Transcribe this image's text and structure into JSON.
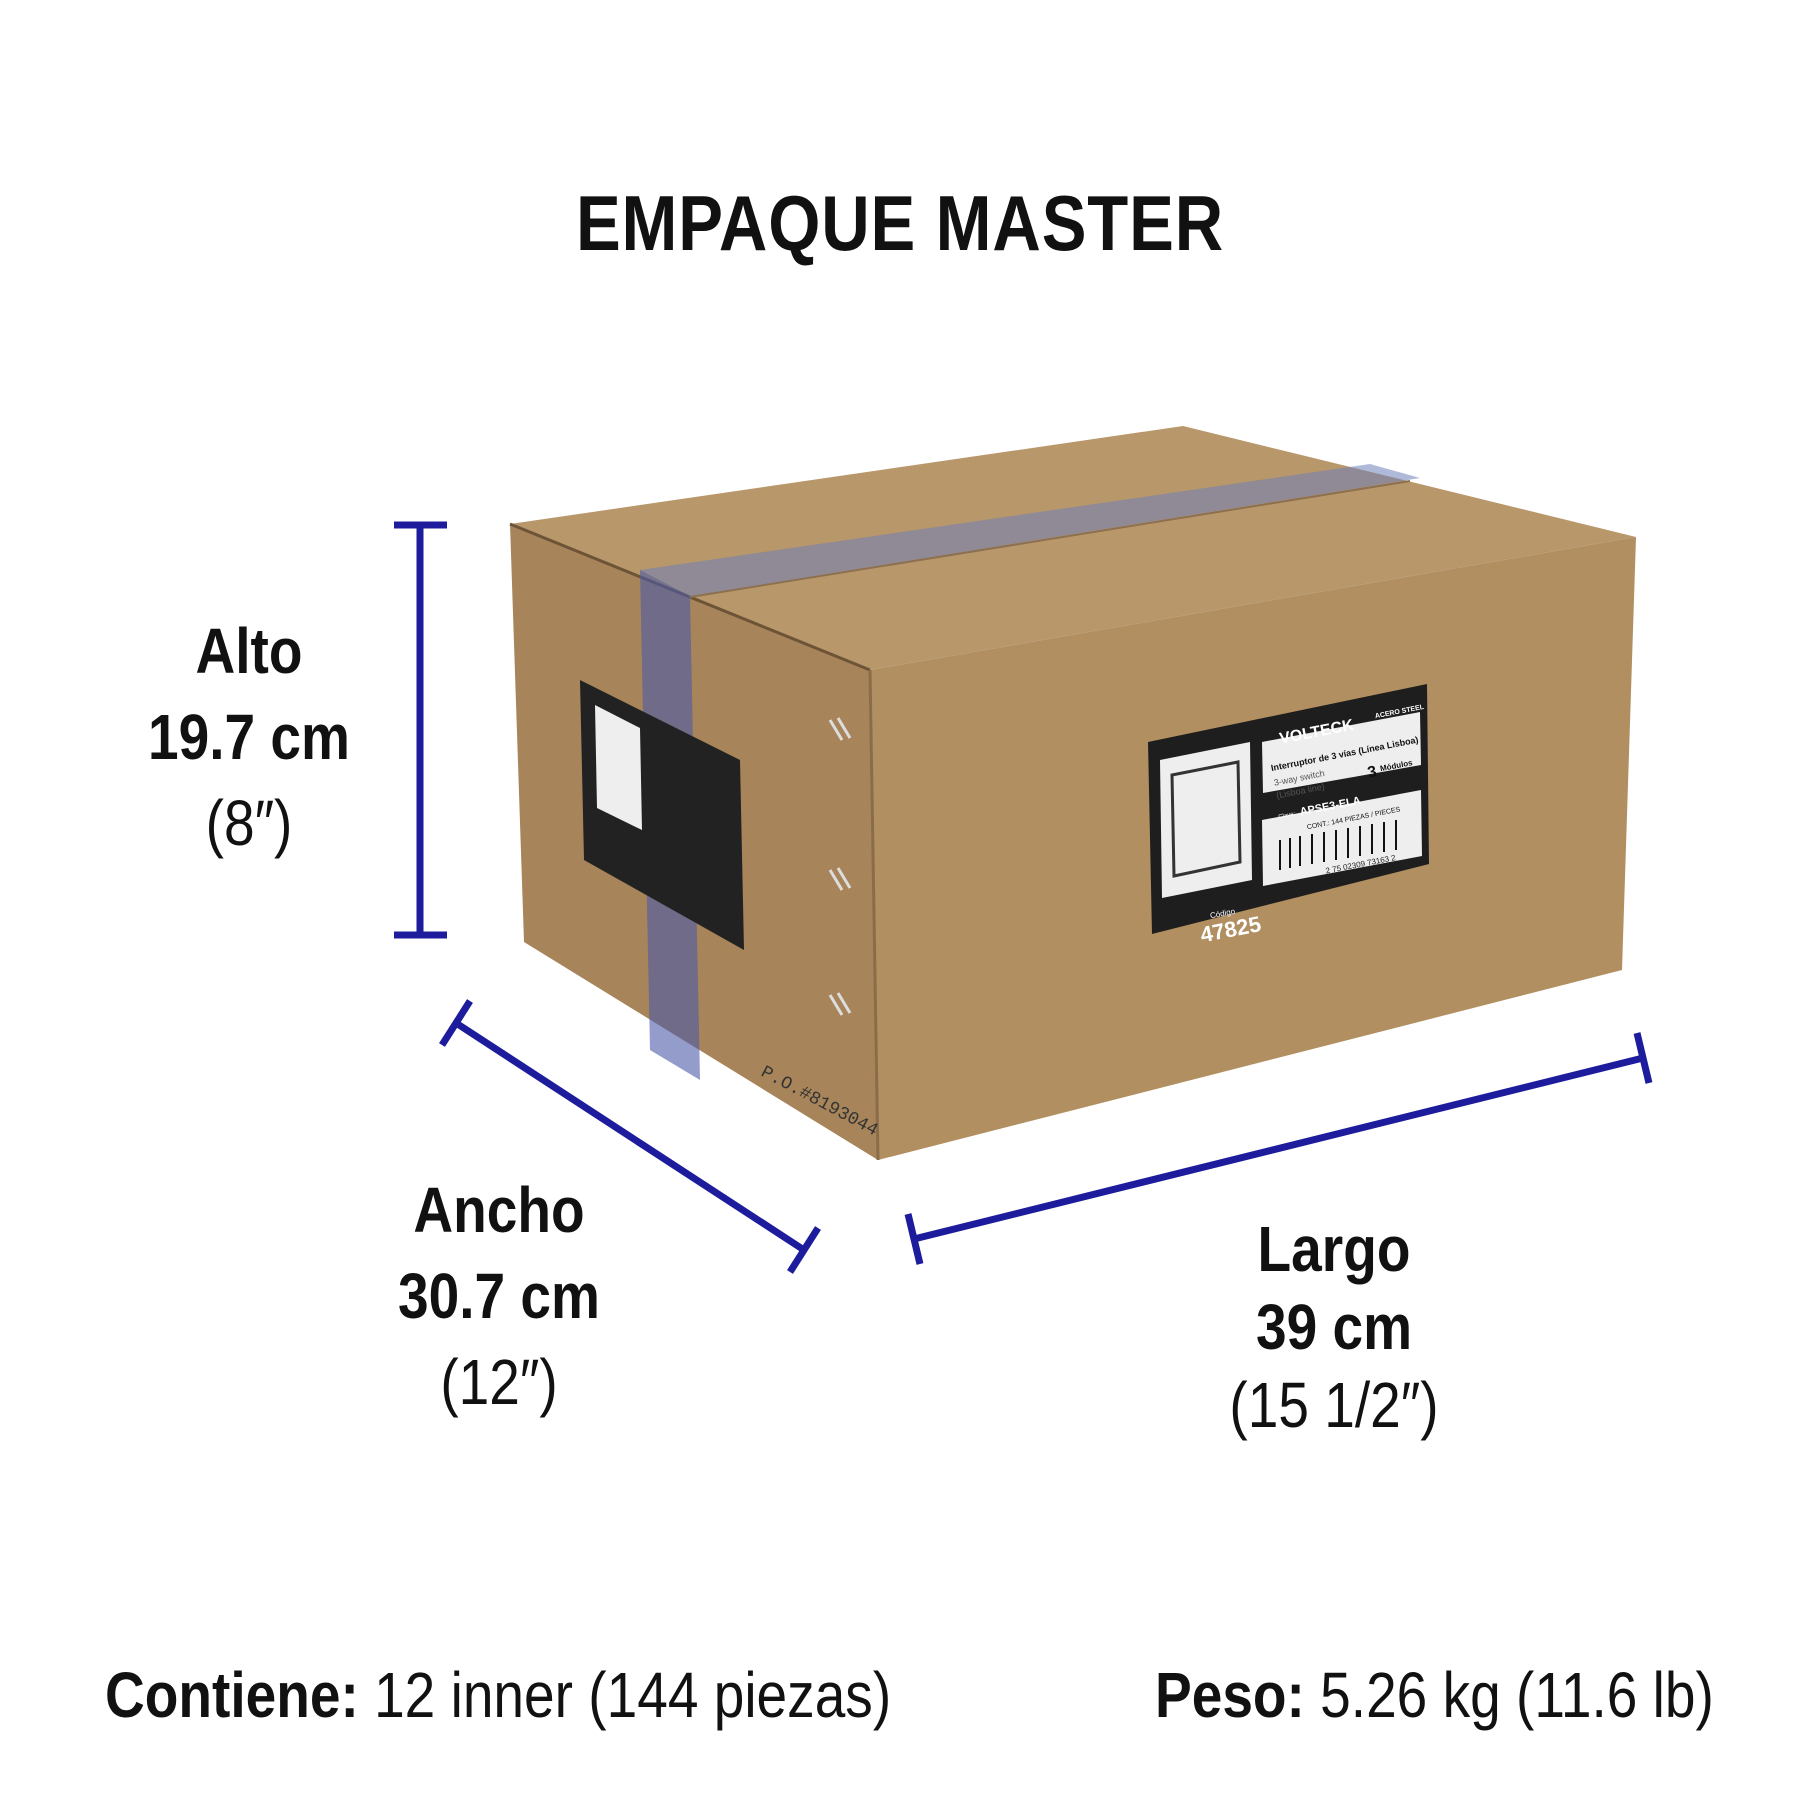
{
  "title": "EMPAQUE MASTER",
  "dimensions": {
    "alto": {
      "label": "Alto",
      "metric": "19.7 cm",
      "imperial": "(8″)"
    },
    "ancho": {
      "label": "Ancho",
      "metric": "30.7 cm",
      "imperial": "(12″)"
    },
    "largo": {
      "label": "Largo",
      "metric": "39 cm",
      "imperial": "(15 1/2″)"
    }
  },
  "footer": {
    "contents_label": "Contiene:",
    "contents_value": "12 inner (144 piezas)",
    "weight_label": "Peso:",
    "weight_value": "5.26 kg (11.6 lb)"
  },
  "box_label": {
    "brand": "VOLTECK",
    "material": "ACERO STEEL",
    "product_es": "Interruptor de 3 vías (Línea Lisboa)",
    "product_en": "3-way switch",
    "product_en2": "(Lisboa line)",
    "modules_num": "3",
    "modules_label": "Módulos",
    "clave_label": "Clave:",
    "clave": "APSE3-ELA",
    "cont": "CONT.: 144 PIEZAS / PIECES",
    "barcode": "2 75 02309 73163 2",
    "codigo_label": "Código",
    "codigo": "47825",
    "po": "P.O.#8193044"
  },
  "colors": {
    "dimension_line": "#1c1c9c",
    "cardboard": "#b08d5e"
  }
}
